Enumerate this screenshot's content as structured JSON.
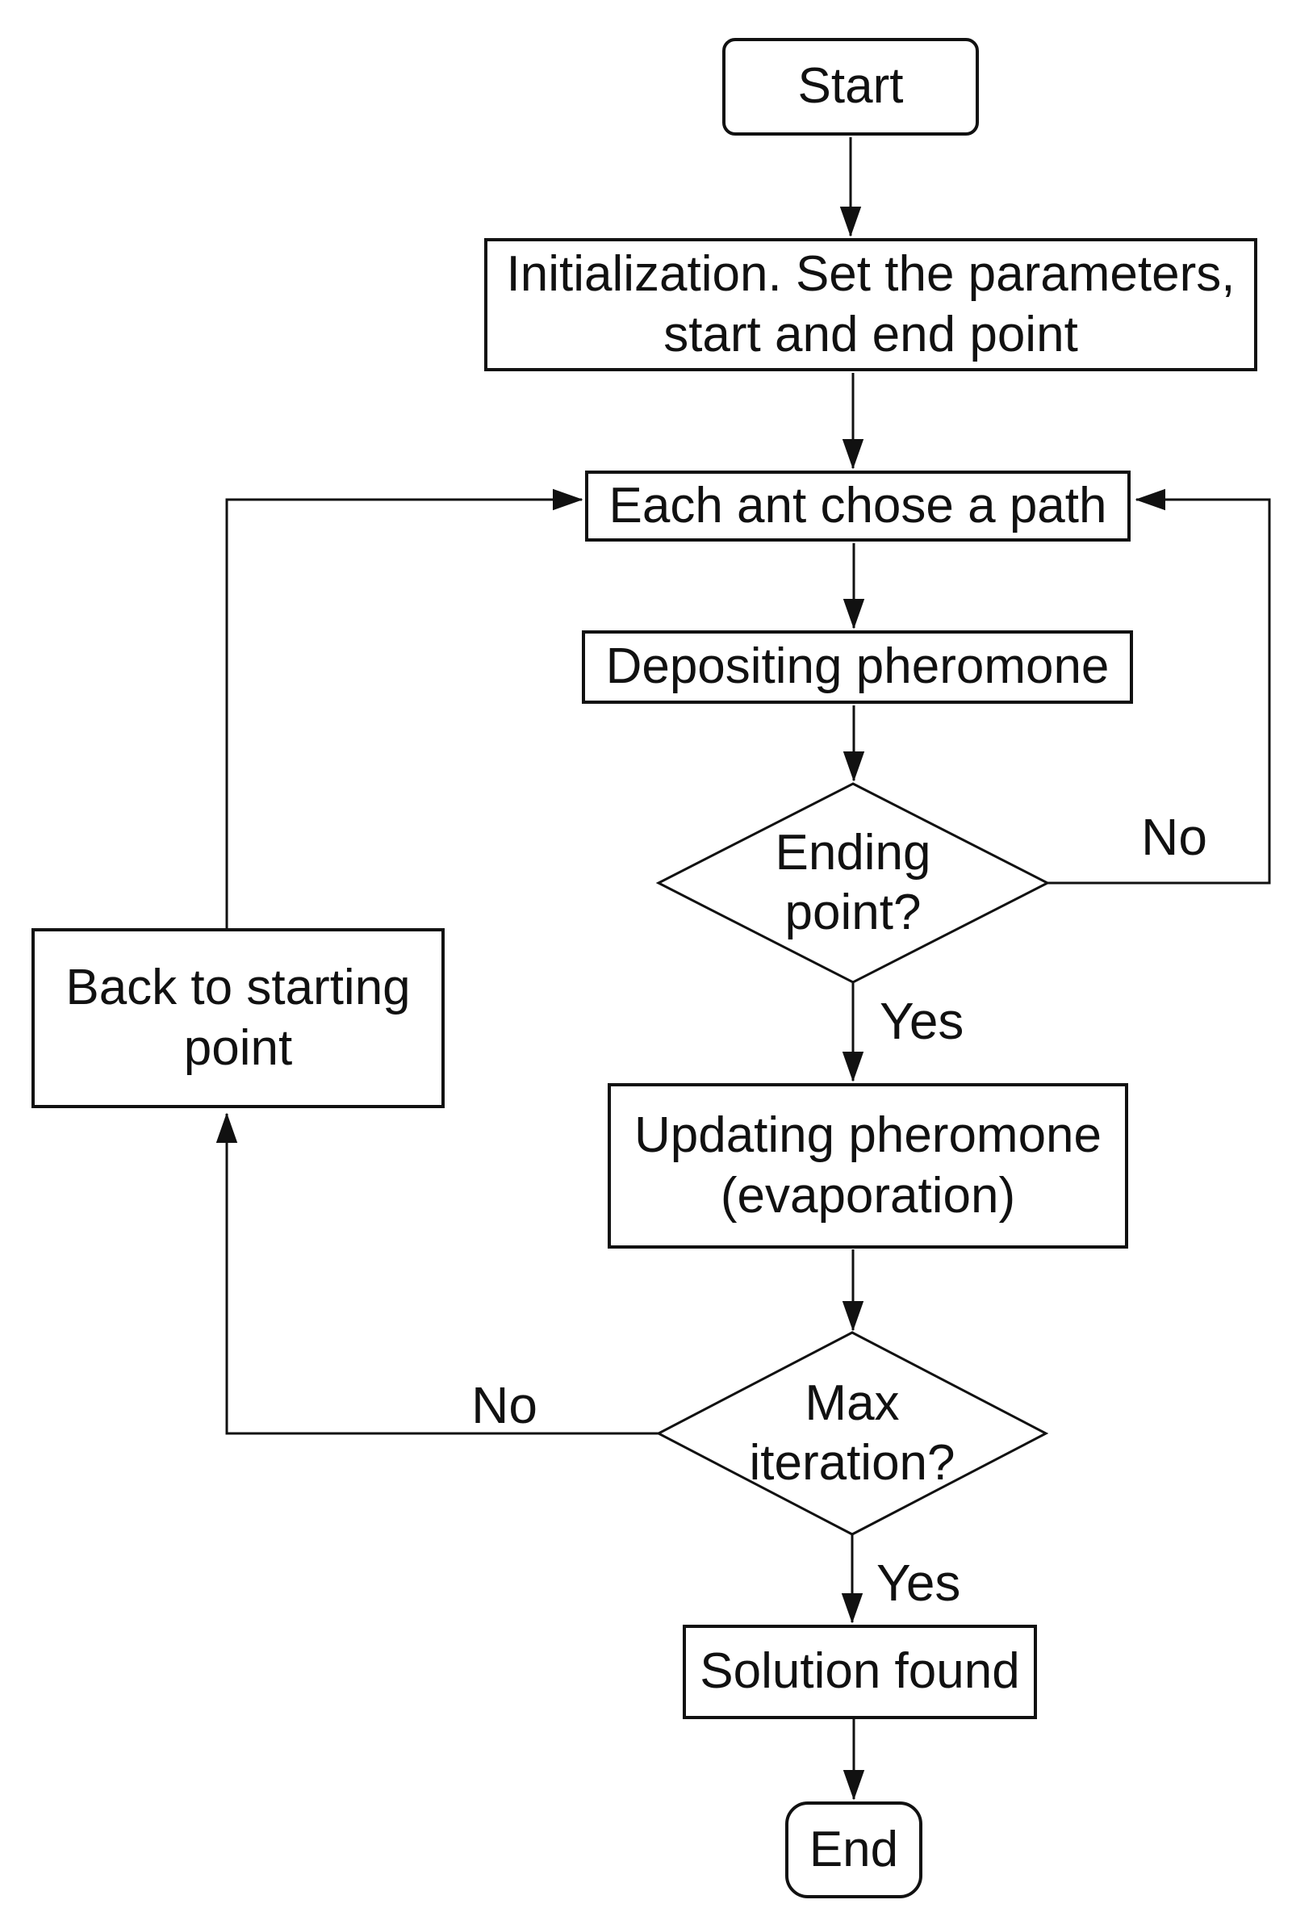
{
  "diagram": {
    "description": "Flowchart of an ant colony optimization path-finding algorithm",
    "colors": {
      "background": "#ffffff",
      "stroke": "#111111",
      "text": "#111111"
    },
    "nodes": {
      "start": {
        "label": "Start",
        "shape": "terminator"
      },
      "initialization": {
        "label": "Initialization. Set the parameters,\nstart and end point",
        "shape": "process"
      },
      "each_ant": {
        "label": "Each ant chose a path",
        "shape": "process"
      },
      "depositing": {
        "label": "Depositing pheromone",
        "shape": "process"
      },
      "ending_point": {
        "label": "Ending\npoint?",
        "shape": "decision"
      },
      "updating": {
        "label": "Updating pheromone\n(evaporation)",
        "shape": "process"
      },
      "max_iteration": {
        "label": "Max\niteration?",
        "shape": "decision"
      },
      "back_to_start": {
        "label": "Back to starting\npoint",
        "shape": "process"
      },
      "solution_found": {
        "label": "Solution found",
        "shape": "process"
      },
      "end": {
        "label": "End",
        "shape": "terminator"
      }
    },
    "edge_labels": {
      "ending_point_no": "No",
      "ending_point_yes": "Yes",
      "max_iteration_no": "No",
      "max_iteration_yes": "Yes"
    }
  }
}
